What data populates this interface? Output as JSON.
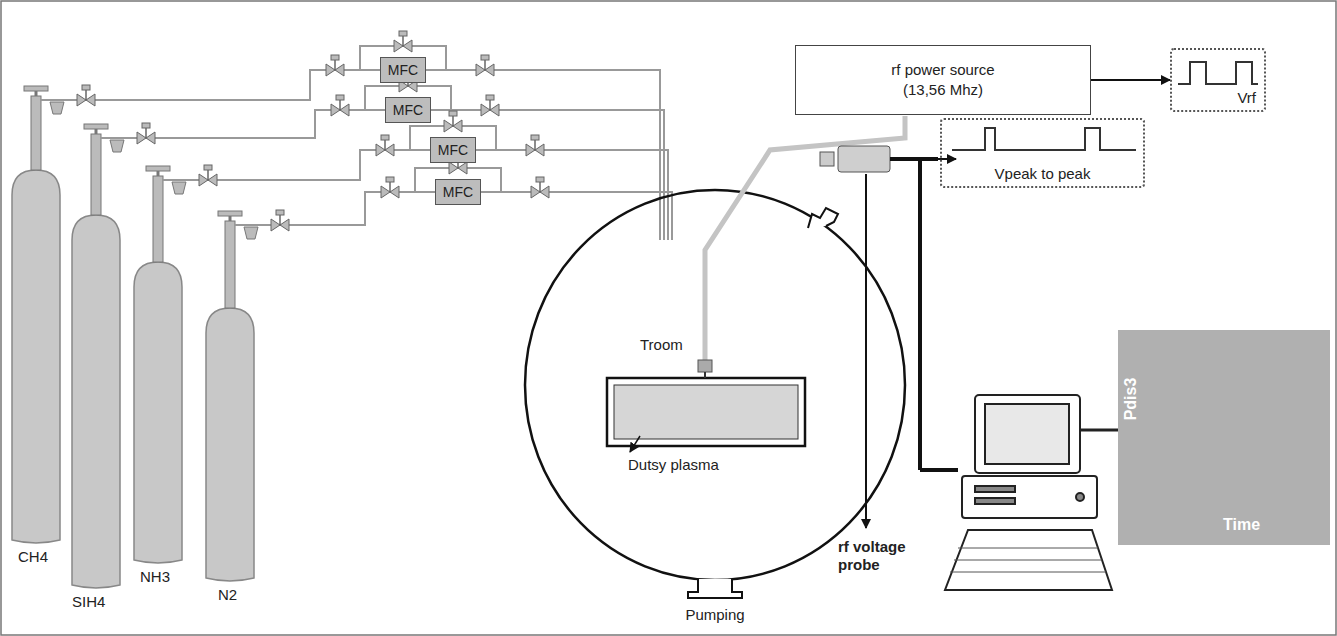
{
  "diagram": {
    "nodes": [
      {
        "text": [
          "MFC"
        ]
      },
      {
        "text": [
          "MFC"
        ]
      },
      {
        "text": [
          "MFC"
        ]
      },
      {
        "text": [
          "MFC"
        ]
      },
      {
        "text": [
          "rf power source (13,56 Mhz)"
        ]
      },
      {
        "text": [
          "Vrf"
        ]
      },
      {
        "text": [
          "Vpeak to peak"
        ]
      },
      {
        "text": [
          "Pdis3",
          "Time"
        ]
      }
    ],
    "edges": [
      {
        "from": 4,
        "to": 5,
        "arrow": "to"
      }
    ],
    "labels": [
      "CH4",
      "SIH4",
      "NH3",
      "N2",
      "Troom",
      "Dutsy plasma",
      "Pumping",
      "rf voltage probe"
    ]
  }
}
